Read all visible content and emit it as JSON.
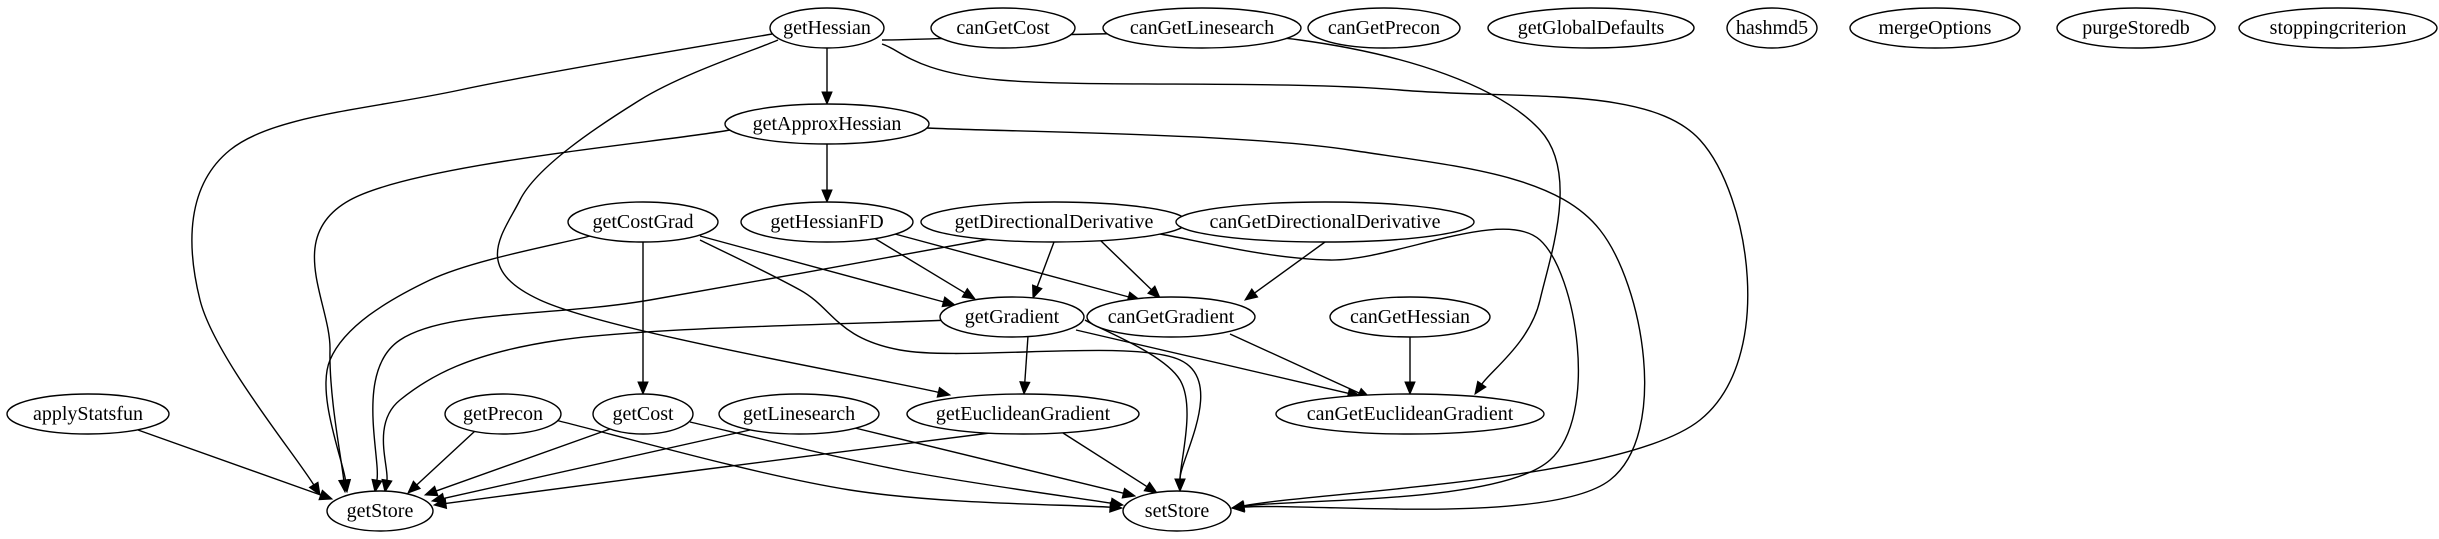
{
  "nodes": [
    {
      "id": "getHessian",
      "label": "getHessian"
    },
    {
      "id": "canGetCost",
      "label": "canGetCost"
    },
    {
      "id": "canGetLinesearch",
      "label": "canGetLinesearch"
    },
    {
      "id": "canGetPrecon",
      "label": "canGetPrecon"
    },
    {
      "id": "getGlobalDefaults",
      "label": "getGlobalDefaults"
    },
    {
      "id": "hashmd5",
      "label": "hashmd5"
    },
    {
      "id": "mergeOptions",
      "label": "mergeOptions"
    },
    {
      "id": "purgeStoredb",
      "label": "purgeStoredb"
    },
    {
      "id": "stoppingcriterion",
      "label": "stoppingcriterion"
    },
    {
      "id": "getApproxHessian",
      "label": "getApproxHessian"
    },
    {
      "id": "getCostGrad",
      "label": "getCostGrad"
    },
    {
      "id": "getHessianFD",
      "label": "getHessianFD"
    },
    {
      "id": "getDirectionalDerivative",
      "label": "getDirectionalDerivative"
    },
    {
      "id": "canGetDirectionalDerivative",
      "label": "canGetDirectionalDerivative"
    },
    {
      "id": "getGradient",
      "label": "getGradient"
    },
    {
      "id": "canGetGradient",
      "label": "canGetGradient"
    },
    {
      "id": "canGetHessian",
      "label": "canGetHessian"
    },
    {
      "id": "applyStatsfun",
      "label": "applyStatsfun"
    },
    {
      "id": "getPrecon",
      "label": "getPrecon"
    },
    {
      "id": "getCost",
      "label": "getCost"
    },
    {
      "id": "getLinesearch",
      "label": "getLinesearch"
    },
    {
      "id": "getEuclideanGradient",
      "label": "getEuclideanGradient"
    },
    {
      "id": "canGetEuclideanGradient",
      "label": "canGetEuclideanGradient"
    },
    {
      "id": "getStore",
      "label": "getStore"
    },
    {
      "id": "setStore",
      "label": "setStore"
    }
  ],
  "edges": [
    [
      "getHessian",
      "getApproxHessian"
    ],
    [
      "getHessian",
      "getStore"
    ],
    [
      "getHessian",
      "getEuclideanGradient"
    ],
    [
      "getHessian",
      "canGetEuclideanGradient"
    ],
    [
      "getHessian",
      "setStore"
    ],
    [
      "getApproxHessian",
      "getHessianFD"
    ],
    [
      "getApproxHessian",
      "getStore"
    ],
    [
      "getApproxHessian",
      "setStore"
    ],
    [
      "getCostGrad",
      "getGradient"
    ],
    [
      "getCostGrad",
      "getCost"
    ],
    [
      "getCostGrad",
      "getStore"
    ],
    [
      "getCostGrad",
      "setStore"
    ],
    [
      "getHessianFD",
      "getGradient"
    ],
    [
      "getHessianFD",
      "canGetGradient"
    ],
    [
      "getDirectionalDerivative",
      "getGradient"
    ],
    [
      "getDirectionalDerivative",
      "canGetGradient"
    ],
    [
      "getDirectionalDerivative",
      "getStore"
    ],
    [
      "getDirectionalDerivative",
      "setStore"
    ],
    [
      "canGetDirectionalDerivative",
      "canGetGradient"
    ],
    [
      "getGradient",
      "getEuclideanGradient"
    ],
    [
      "getGradient",
      "canGetEuclideanGradient"
    ],
    [
      "getGradient",
      "getStore"
    ],
    [
      "getGradient",
      "setStore"
    ],
    [
      "canGetGradient",
      "canGetEuclideanGradient"
    ],
    [
      "canGetHessian",
      "canGetEuclideanGradient"
    ],
    [
      "applyStatsfun",
      "getStore"
    ],
    [
      "getPrecon",
      "getStore"
    ],
    [
      "getPrecon",
      "setStore"
    ],
    [
      "getCost",
      "getStore"
    ],
    [
      "getCost",
      "setStore"
    ],
    [
      "getLinesearch",
      "getStore"
    ],
    [
      "getLinesearch",
      "setStore"
    ],
    [
      "getEuclideanGradient",
      "getStore"
    ],
    [
      "getEuclideanGradient",
      "setStore"
    ]
  ]
}
